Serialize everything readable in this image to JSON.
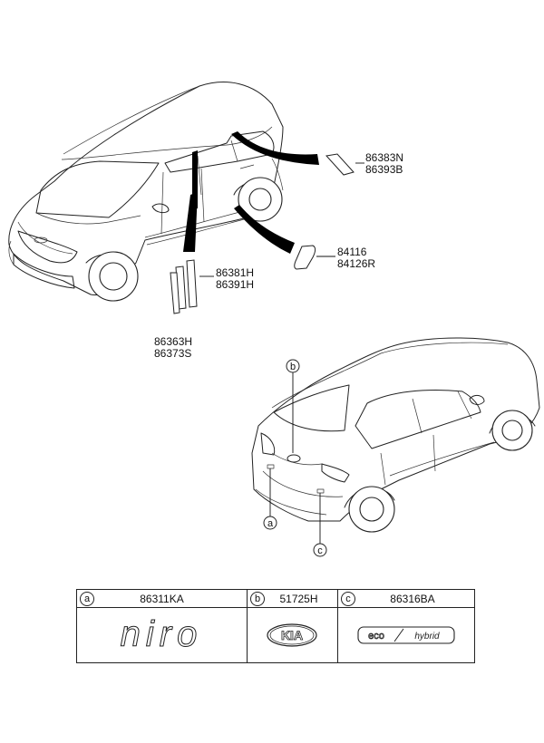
{
  "callouts": [
    {
      "id": "roof_pillar_rear",
      "lines": [
        "86383N",
        "86393B"
      ]
    },
    {
      "id": "rocker_garnish",
      "lines": [
        "84116",
        "84126R"
      ]
    },
    {
      "id": "pillar_front_tape",
      "lines": [
        "86381H",
        "86391H"
      ]
    },
    {
      "id": "pillar_lower_tape",
      "lines": [
        "86363H",
        "86373S"
      ]
    }
  ],
  "rear_markers": [
    "b",
    "a",
    "c"
  ],
  "legend": [
    {
      "letter": "a",
      "part_no": "86311KA",
      "emblem": "niro-emblem-icon"
    },
    {
      "letter": "b",
      "part_no": "51725H",
      "emblem": "kia-emblem-icon"
    },
    {
      "letter": "c",
      "part_no": "86316BA",
      "emblem": "eco-hybrid-emblem-icon"
    }
  ],
  "emblem_text": {
    "kia": "KIA",
    "eco": "eco",
    "hybrid": "hybrid",
    "niro": "niro"
  }
}
